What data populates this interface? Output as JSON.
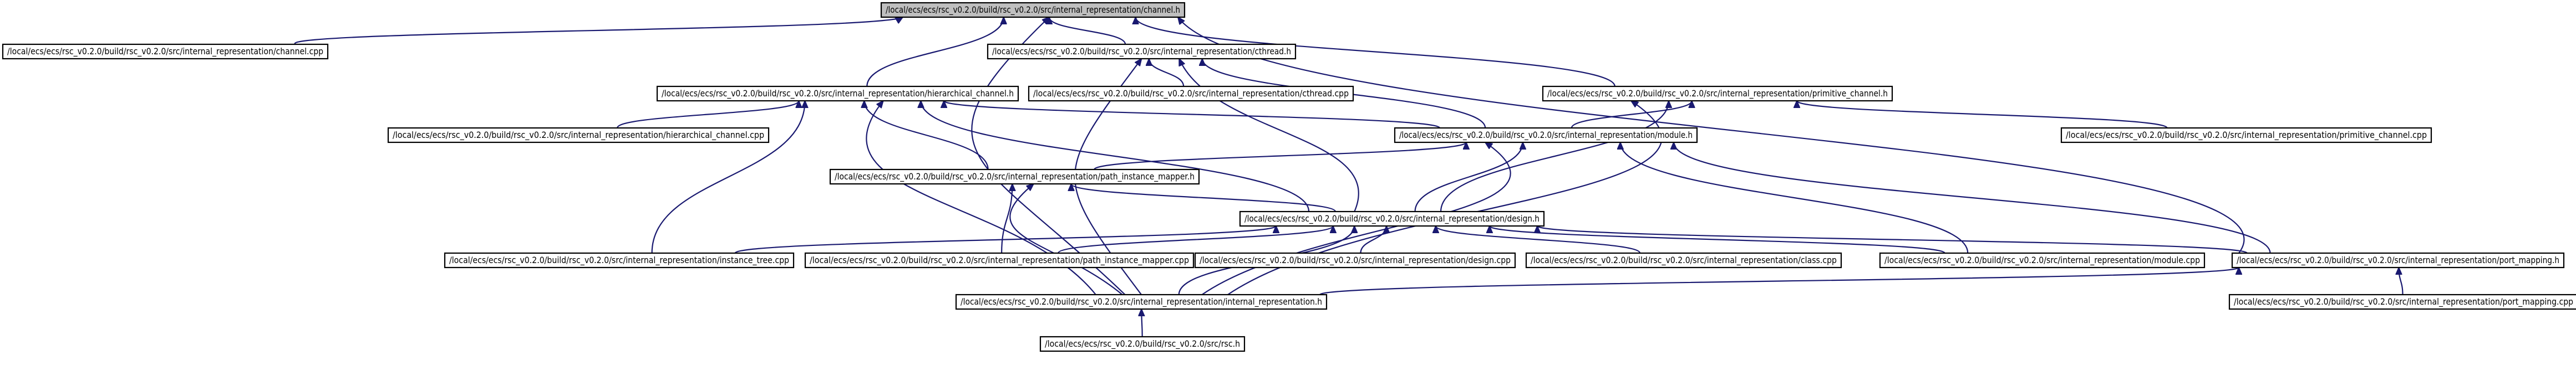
{
  "graph": {
    "nodes": {
      "channel_h": "/local/ecs/ecs/rsc_v0.2.0/build/rsc_v0.2.0/src/internal_representation/channel.h",
      "channel_cpp": "/local/ecs/ecs/rsc_v0.2.0/build/rsc_v0.2.0/src/internal_representation/channel.cpp",
      "cthread_h": "/local/ecs/ecs/rsc_v0.2.0/build/rsc_v0.2.0/src/internal_representation/cthread.h",
      "cthread_cpp": "/local/ecs/ecs/rsc_v0.2.0/build/rsc_v0.2.0/src/internal_representation/cthread.cpp",
      "hierarchical_h": "/local/ecs/ecs/rsc_v0.2.0/build/rsc_v0.2.0/src/internal_representation/hierarchical_channel.h",
      "hierarchical_cpp": "/local/ecs/ecs/rsc_v0.2.0/build/rsc_v0.2.0/src/internal_representation/hierarchical_channel.cpp",
      "primitive_h": "/local/ecs/ecs/rsc_v0.2.0/build/rsc_v0.2.0/src/internal_representation/primitive_channel.h",
      "primitive_cpp": "/local/ecs/ecs/rsc_v0.2.0/build/rsc_v0.2.0/src/internal_representation/primitive_channel.cpp",
      "module_h": "/local/ecs/ecs/rsc_v0.2.0/build/rsc_v0.2.0/src/internal_representation/module.h",
      "pim_h": "/local/ecs/ecs/rsc_v0.2.0/build/rsc_v0.2.0/src/internal_representation/path_instance_mapper.h",
      "design_h": "/local/ecs/ecs/rsc_v0.2.0/build/rsc_v0.2.0/src/internal_representation/design.h",
      "instance_tree_cpp": "/local/ecs/ecs/rsc_v0.2.0/build/rsc_v0.2.0/src/internal_representation/instance_tree.cpp",
      "pim_cpp": "/local/ecs/ecs/rsc_v0.2.0/build/rsc_v0.2.0/src/internal_representation/path_instance_mapper.cpp",
      "design_cpp": "/local/ecs/ecs/rsc_v0.2.0/build/rsc_v0.2.0/src/internal_representation/design.cpp",
      "class_cpp": "/local/ecs/ecs/rsc_v0.2.0/build/rsc_v0.2.0/src/internal_representation/class.cpp",
      "module_cpp": "/local/ecs/ecs/rsc_v0.2.0/build/rsc_v0.2.0/src/internal_representation/module.cpp",
      "port_mapping_h": "/local/ecs/ecs/rsc_v0.2.0/build/rsc_v0.2.0/src/internal_representation/port_mapping.h",
      "internal_repr_h": "/local/ecs/ecs/rsc_v0.2.0/build/rsc_v0.2.0/src/internal_representation/internal_representation.h",
      "port_mapping_cpp": "/local/ecs/ecs/rsc_v0.2.0/build/rsc_v0.2.0/src/internal_representation/port_mapping.cpp",
      "rsc_h": "/local/ecs/ecs/rsc_v0.2.0/build/rsc_v0.2.0/src/rsc.h"
    },
    "edges": [
      [
        "channel_cpp",
        "channel_h"
      ],
      [
        "cthread_h",
        "channel_h"
      ],
      [
        "hierarchical_h",
        "channel_h"
      ],
      [
        "primitive_h",
        "channel_h"
      ],
      [
        "internal_repr_h",
        "channel_h"
      ],
      [
        "port_mapping_h",
        "channel_h"
      ],
      [
        "cthread_cpp",
        "cthread_h"
      ],
      [
        "module_h",
        "cthread_h"
      ],
      [
        "internal_repr_h",
        "cthread_h"
      ],
      [
        "design_h",
        "cthread_h"
      ],
      [
        "hierarchical_cpp",
        "hierarchical_h"
      ],
      [
        "pim_h",
        "hierarchical_h"
      ],
      [
        "design_h",
        "hierarchical_h"
      ],
      [
        "module_h",
        "hierarchical_h"
      ],
      [
        "instance_tree_cpp",
        "hierarchical_h"
      ],
      [
        "internal_repr_h",
        "hierarchical_h"
      ],
      [
        "primitive_cpp",
        "primitive_h"
      ],
      [
        "module_h",
        "primitive_h"
      ],
      [
        "design_h",
        "primitive_h"
      ],
      [
        "internal_repr_h",
        "primitive_h"
      ],
      [
        "pim_h",
        "module_h"
      ],
      [
        "design_h",
        "module_h"
      ],
      [
        "module_cpp",
        "module_h"
      ],
      [
        "port_mapping_h",
        "module_h"
      ],
      [
        "internal_repr_h",
        "module_h"
      ],
      [
        "design_h",
        "pim_h"
      ],
      [
        "pim_cpp",
        "pim_h"
      ],
      [
        "internal_repr_h",
        "pim_h"
      ],
      [
        "instance_tree_cpp",
        "design_h"
      ],
      [
        "pim_cpp",
        "design_h"
      ],
      [
        "design_cpp",
        "design_h"
      ],
      [
        "class_cpp",
        "design_h"
      ],
      [
        "module_cpp",
        "design_h"
      ],
      [
        "port_mapping_h",
        "design_h"
      ],
      [
        "internal_repr_h",
        "design_h"
      ],
      [
        "internal_repr_h",
        "port_mapping_h"
      ],
      [
        "port_mapping_cpp",
        "port_mapping_h"
      ],
      [
        "rsc_h",
        "internal_repr_h"
      ]
    ]
  },
  "colors": {
    "edge": "#191970",
    "node_border": "#000000",
    "node_fill": "#ffffff",
    "root_fill": "#bfbfbf"
  }
}
